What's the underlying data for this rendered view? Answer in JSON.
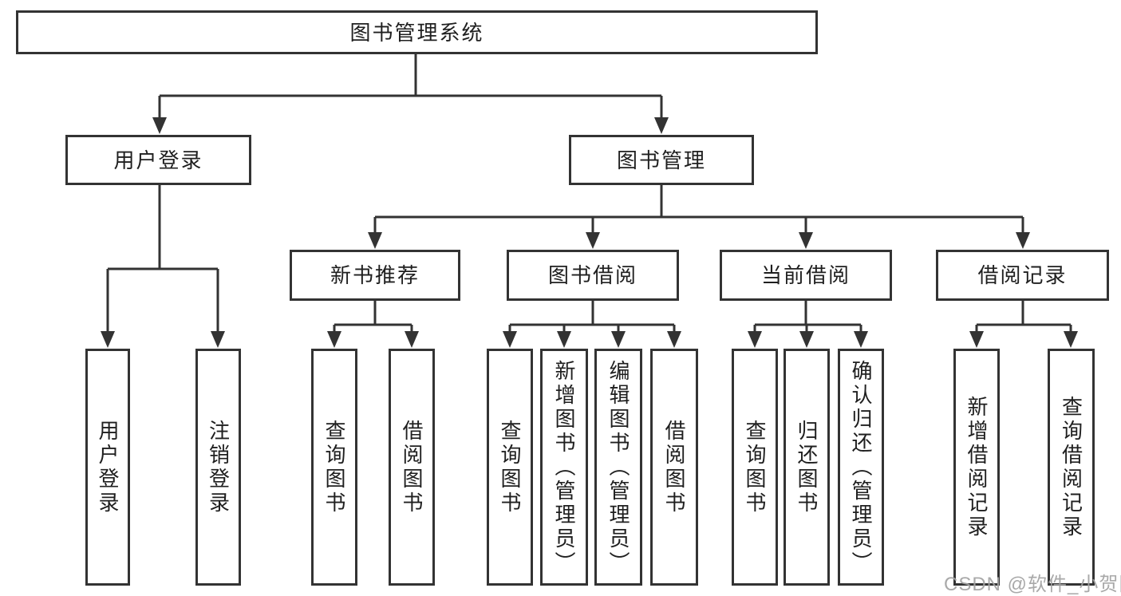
{
  "tree": {
    "root": "图书管理系统",
    "branches": [
      {
        "label": "用户登录",
        "leaves": [
          "用户登录",
          "注销登录"
        ]
      },
      {
        "label": "图书管理",
        "children": [
          {
            "label": "新书推荐",
            "leaves": [
              "查询图书",
              "借阅图书"
            ]
          },
          {
            "label": "图书借阅",
            "leaves": [
              "查询图书",
              "新增图书（管理员）",
              "编辑图书（管理员）",
              "借阅图书"
            ]
          },
          {
            "label": "当前借阅",
            "leaves": [
              "查询图书",
              "归还图书",
              "确认归还（管理员）"
            ]
          },
          {
            "label": "借阅记录",
            "leaves": [
              "新增借阅记录",
              "查询借阅记录"
            ]
          }
        ]
      }
    ]
  },
  "watermark": {
    "text": "CSDN @软件_小贺同学"
  },
  "colors": {
    "line": "#333333",
    "text": "#1f1f1f",
    "watermark": "#a2a2a2",
    "background": "#ffffff"
  }
}
